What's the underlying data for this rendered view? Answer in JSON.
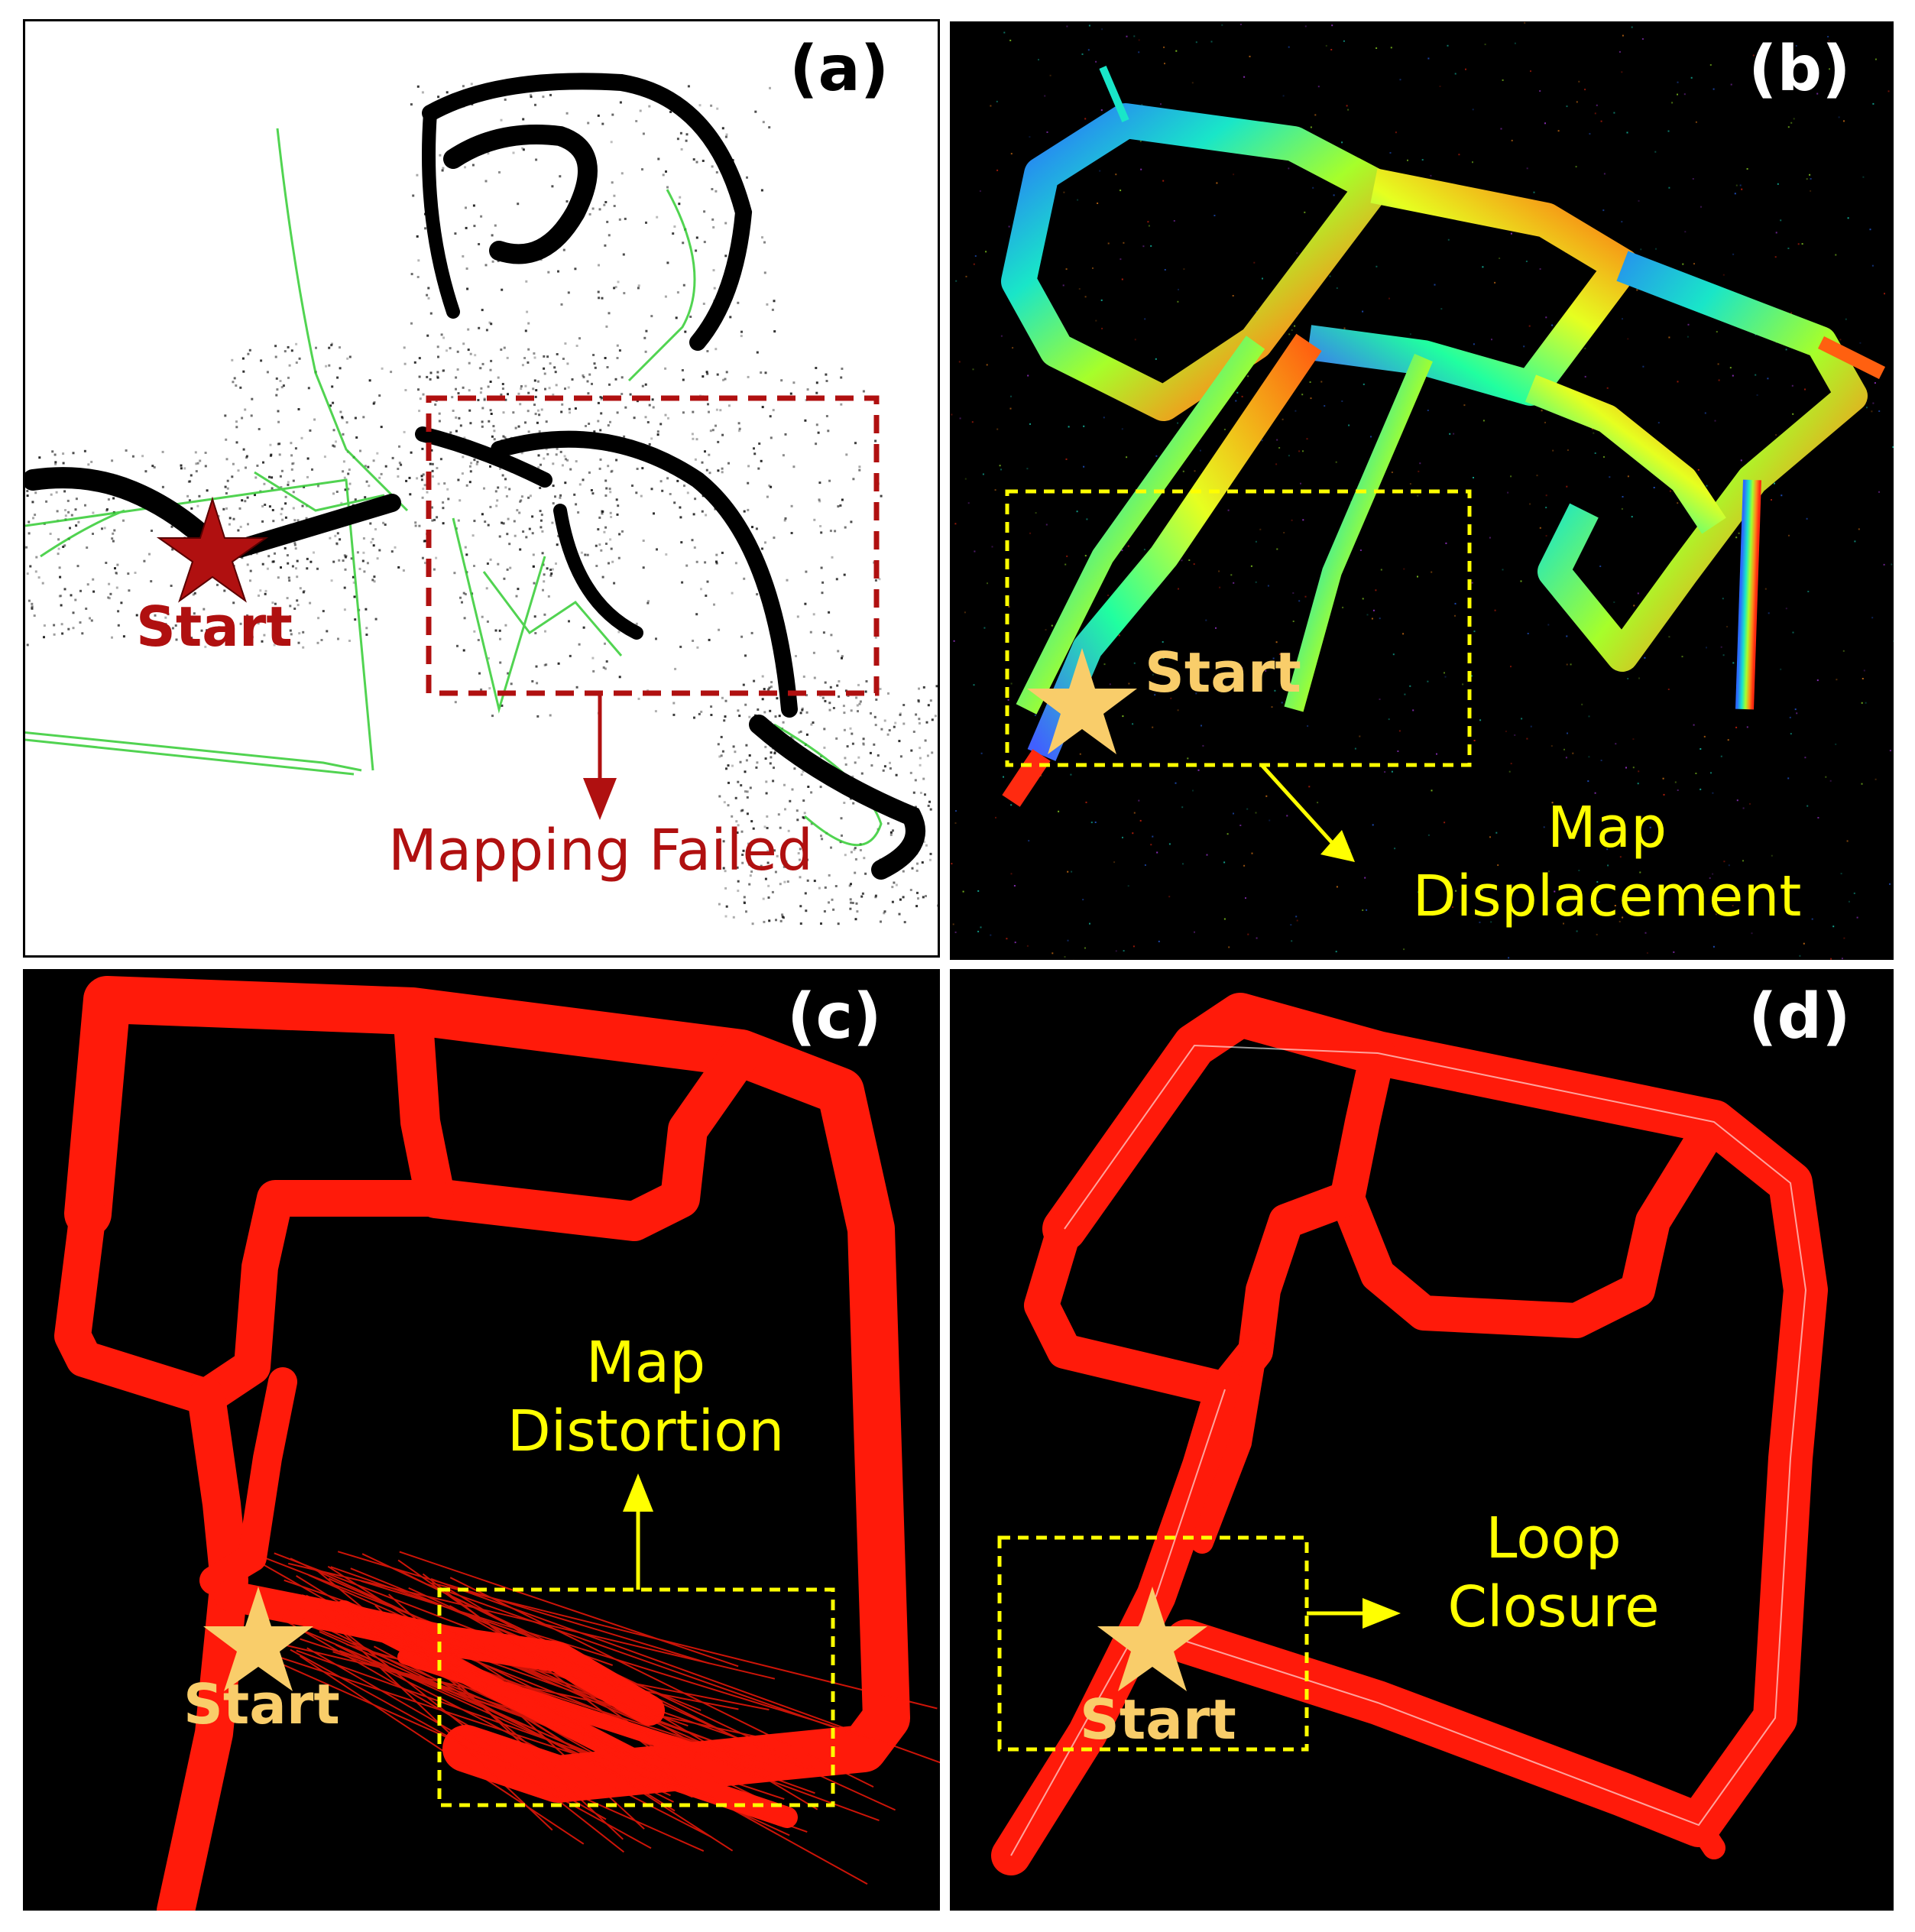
{
  "panels": {
    "a": {
      "label": "(a)",
      "start": "Start",
      "annotation": "Mapping Failed"
    },
    "b": {
      "label": "(b)",
      "start": "Start",
      "annotation_line1": "Map",
      "annotation_line2": "Displacement"
    },
    "c": {
      "label": "(c)",
      "start": "Start",
      "annotation_line1": "Map",
      "annotation_line2": "Distortion"
    },
    "d": {
      "label": "(d)",
      "start": "Start",
      "annotation_line1": "Loop",
      "annotation_line2": "Closure"
    }
  },
  "colors": {
    "dark_red": "#b01010",
    "yellow": "#ffff00",
    "star_gold": "#f9cd6a",
    "map_red": "#ff1a0a",
    "trajectory_green": "#33cc33"
  },
  "icons": {
    "start_marker": "star-icon",
    "arrow": "arrow-icon"
  }
}
